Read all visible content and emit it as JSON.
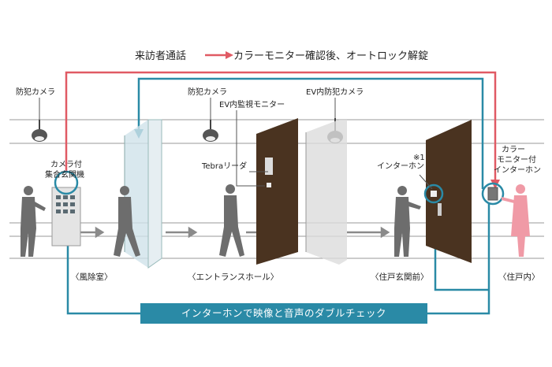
{
  "header": {
    "left": "来訪者通話",
    "right": "カラーモニター確認後、オートロック解錠"
  },
  "labels": {
    "camera1": "防犯カメラ",
    "camera2": "防犯カメラ",
    "ev_camera": "EV内防犯カメラ",
    "ev_monitor": "EV内監視モニター",
    "panel_line1": "カメラ付",
    "panel_line2": "集合玄関機",
    "tebra": "Tebraリーダ",
    "note": "※1",
    "intercom": "インターホン",
    "monitor_line1": "カラー",
    "monitor_line2": "モニター付",
    "monitor_line3": "インターホン"
  },
  "zones": {
    "z1": "〈風除室〉",
    "z2": "〈エントランスホール〉",
    "z3": "〈住戸玄関前〉",
    "z4": "〈住戸内〉"
  },
  "banner": "インターホンで映像と音声のダブルチェック",
  "colors": {
    "red": "#e05a64",
    "blue": "#2a8aa6",
    "door": "#4a3320",
    "person_gray": "#6d6d6d",
    "resident_pink": "#f09aa6"
  }
}
